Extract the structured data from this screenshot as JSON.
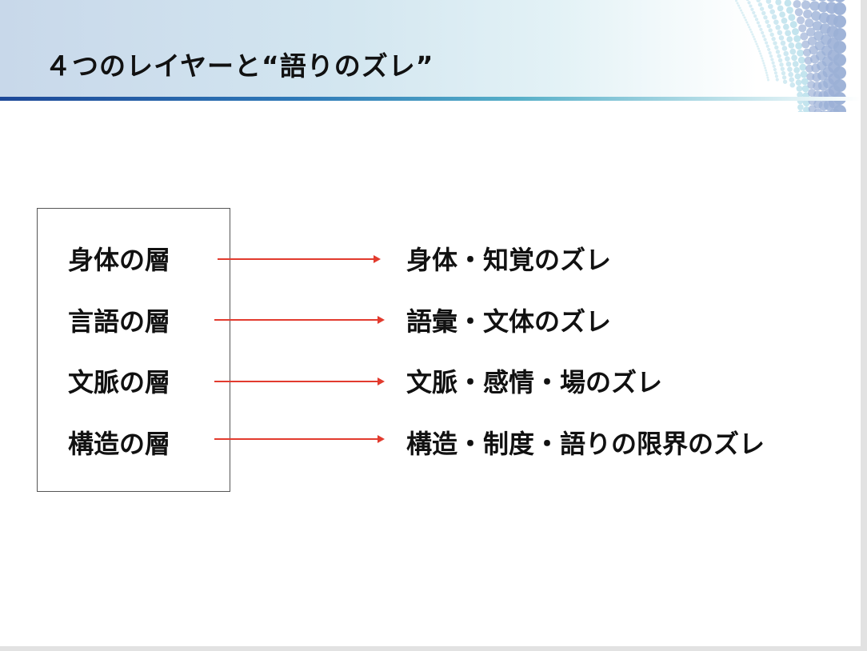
{
  "title": "４つのレイヤーと“語りのズレ”",
  "rows": [
    {
      "layer": "身体の層",
      "gap": "身体・知覚のズレ"
    },
    {
      "layer": "言語の層",
      "gap": "語彙・文体のズレ"
    },
    {
      "layer": "文脈の層",
      "gap": "文脈・感情・場のズレ"
    },
    {
      "layer": "構造の層",
      "gap": "構造・制度・語りの限界のズレ"
    }
  ],
  "colors": {
    "arrow": "#e23b2e",
    "accent": "#1d4898"
  }
}
